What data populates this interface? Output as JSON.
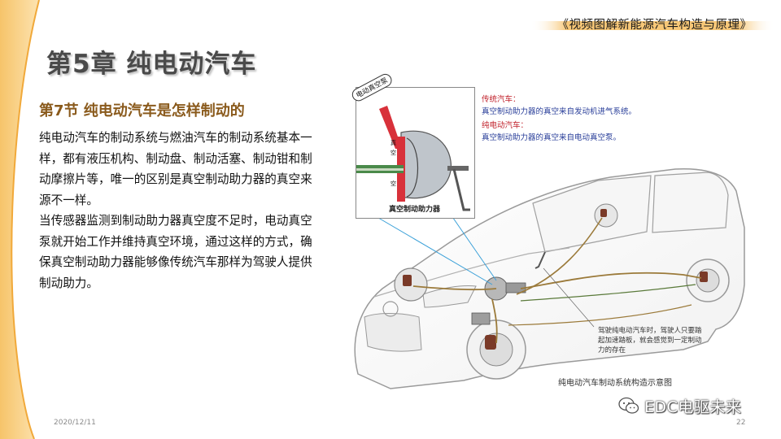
{
  "header": {
    "book_title": "《视频图解新能源汽车构造与原理》",
    "chapter_title": "第5章   纯电动汽车"
  },
  "content": {
    "section_title": "第7节   纯电动汽车是怎样制动的",
    "paragraph_1": "纯电动汽车的制动系统与燃油汽车的制动系统基本一样，都有液压机构、制动盘、制动活塞、制动钳和制动摩擦片等，唯一的区别是真空制动助力器的真空来源不一样。",
    "paragraph_2": "当传感器监测到制动助力器真空度不足时，电动真空泵就开始工作并维持真空环境，通过这样的方式，确保真空制动助力器能够像传统汽车那样为驾驶人提供制动助力。"
  },
  "figure": {
    "pump_label": "电动真空泵",
    "booster_label": "真空制动助力器",
    "legend_traditional_title": "传统汽车：",
    "legend_traditional_text": "真空制动助力器的真空来自发动机进气系统。",
    "legend_ev_title": "纯电动汽车：",
    "legend_ev_text": "真空制动助力器的真空来自电动真空泵。",
    "driver_note": "驾驶纯电动汽车时，驾驶人只要踏起加速踏板，就会感觉到一定制动力的存在",
    "caption": "纯电动汽车制动系统构造示意图"
  },
  "footer": {
    "date": "2020/12/11",
    "page_number": "22",
    "watermark": "EDC电驱未来"
  },
  "colors": {
    "accent_orange": "#f4b24a",
    "section_brown": "#8a5a1c",
    "legend_red": "#c0202a",
    "legend_blue": "#2a3f9a"
  },
  "icons": [
    "crescent-decoration",
    "wechat-icon"
  ]
}
